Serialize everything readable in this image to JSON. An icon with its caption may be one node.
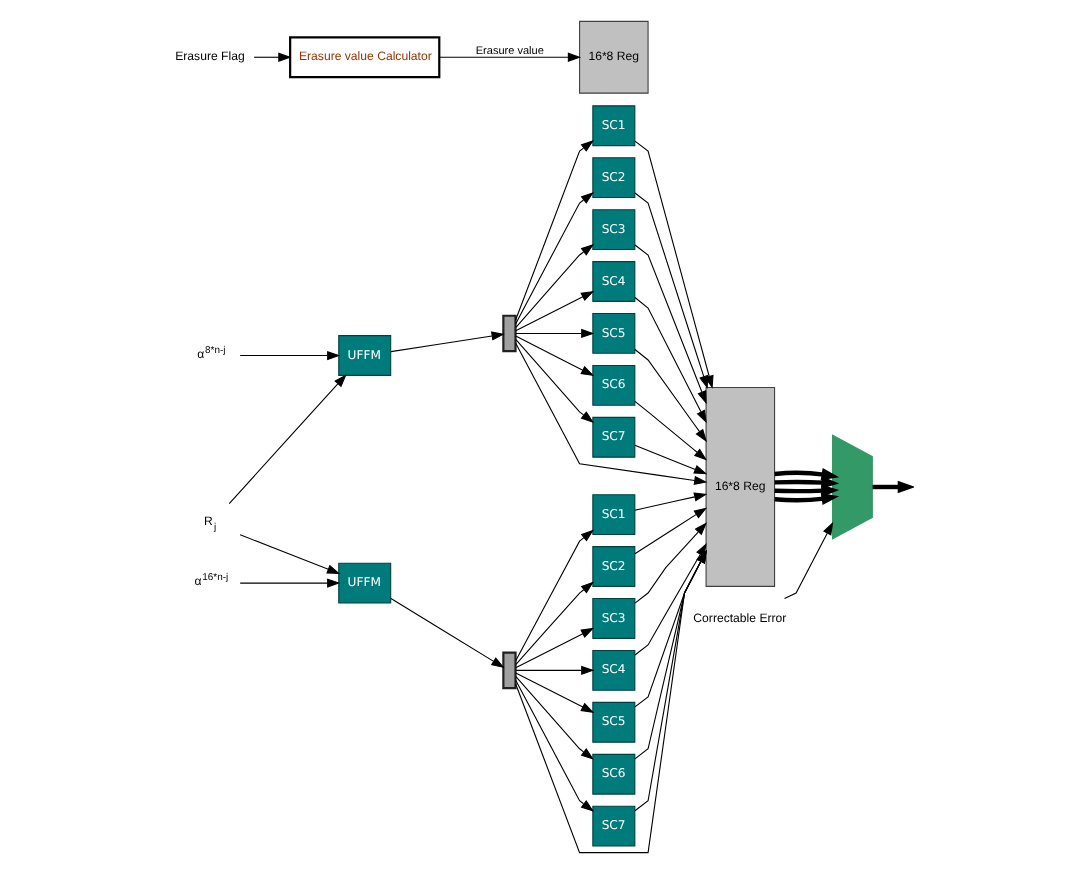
{
  "diagram": {
    "nodes": [
      {
        "text": [
          "R$_{j}$"
        ]
      },
      {
        "text": [
          "α$^{8*n-j}$"
        ]
      },
      {
        "text": [
          "UFFM"
        ]
      },
      {
        "text": [],
        "shape": "box"
      },
      {
        "text": [
          "SC1"
        ]
      },
      {
        "text": [
          "SC2"
        ]
      },
      {
        "text": [
          "SC3"
        ]
      },
      {
        "text": [
          "SC4"
        ]
      },
      {
        "text": [
          "SC5"
        ]
      },
      {
        "text": [
          "SC6"
        ]
      },
      {
        "text": [
          "SC7"
        ]
      },
      {
        "text": [
          "α$^{16*n-j}$"
        ]
      },
      {
        "text": [
          "UFFM"
        ]
      },
      {
        "text": [],
        "shape": "box"
      },
      {
        "text": [
          "SC1"
        ]
      },
      {
        "text": [
          "SC2"
        ]
      },
      {
        "text": [
          "SC3"
        ]
      },
      {
        "text": [
          "SC4"
        ]
      },
      {
        "text": [
          "SC5"
        ]
      },
      {
        "text": [
          "SC6"
        ]
      },
      {
        "text": [
          "SC7"
        ]
      },
      {
        "text": [
          "16*8 Reg"
        ]
      },
      {
        "text": [
          "Correctable Error"
        ]
      },
      {
        "text": [],
        "shape": "trapezoid"
      },
      {
        "text": [
          "Erasure Flag"
        ]
      },
      {
        "text": [
          "Erasure value Calculator"
        ]
      },
      {
        "text": [
          "16*8 Reg"
        ]
      }
    ],
    "edges": [
      {
        "from": 0,
        "to": 2,
        "arrow": "to"
      },
      {
        "from": 1,
        "to": 2,
        "arrow": "to"
      },
      {
        "from": 2,
        "to": 3,
        "arrow": "to"
      },
      {
        "from": 3,
        "to": 4,
        "arrow": "to"
      },
      {
        "from": 3,
        "to": 5,
        "arrow": "to"
      },
      {
        "from": 3,
        "to": 6,
        "arrow": "to"
      },
      {
        "from": 3,
        "to": 7,
        "arrow": "to"
      },
      {
        "from": 3,
        "to": 8,
        "arrow": "to"
      },
      {
        "from": 3,
        "to": 9,
        "arrow": "to"
      },
      {
        "from": 3,
        "to": 10,
        "arrow": "to"
      },
      {
        "from": 3,
        "to": 21,
        "arrow": "to"
      },
      {
        "from": 4,
        "to": 21,
        "arrow": "to"
      },
      {
        "from": 5,
        "to": 21,
        "arrow": "to"
      },
      {
        "from": 6,
        "to": 21,
        "arrow": "to"
      },
      {
        "from": 7,
        "to": 21,
        "arrow": "to"
      },
      {
        "from": 8,
        "to": 21,
        "arrow": "to"
      },
      {
        "from": 9,
        "to": 21,
        "arrow": "to"
      },
      {
        "from": 10,
        "to": 21,
        "arrow": "to"
      },
      {
        "from": 0,
        "to": 12,
        "arrow": "to"
      },
      {
        "from": 11,
        "to": 12,
        "arrow": "to"
      },
      {
        "from": 12,
        "to": 13,
        "arrow": "to"
      },
      {
        "from": 13,
        "to": 14,
        "arrow": "to"
      },
      {
        "from": 13,
        "to": 15,
        "arrow": "to"
      },
      {
        "from": 13,
        "to": 16,
        "arrow": "to"
      },
      {
        "from": 13,
        "to": 17,
        "arrow": "to"
      },
      {
        "from": 13,
        "to": 18,
        "arrow": "to"
      },
      {
        "from": 13,
        "to": 19,
        "arrow": "to"
      },
      {
        "from": 13,
        "to": 20,
        "arrow": "to"
      },
      {
        "from": 13,
        "to": 21,
        "arrow": "to"
      },
      {
        "from": 14,
        "to": 21,
        "arrow": "to"
      },
      {
        "from": 15,
        "to": 21,
        "arrow": "to"
      },
      {
        "from": 16,
        "to": 21,
        "arrow": "to"
      },
      {
        "from": 17,
        "to": 21,
        "arrow": "to"
      },
      {
        "from": 18,
        "to": 21,
        "arrow": "to"
      },
      {
        "from": 19,
        "to": 21,
        "arrow": "to"
      },
      {
        "from": 20,
        "to": 21,
        "arrow": "to"
      },
      {
        "from": 21,
        "to": 23,
        "arrow": "to",
        "style": "thick"
      },
      {
        "from": 21,
        "to": 23,
        "arrow": "to",
        "style": "thick"
      },
      {
        "from": 21,
        "to": 23,
        "arrow": "to",
        "style": "thick"
      },
      {
        "from": 21,
        "to": 23,
        "arrow": "to",
        "style": "thick"
      },
      {
        "from": 22,
        "to": 23,
        "arrow": "to"
      },
      {
        "from": 23,
        "to": null,
        "arrow": "to",
        "style": "thick"
      },
      {
        "from": 24,
        "to": 25,
        "arrow": "to"
      },
      {
        "from": 25,
        "to": 26,
        "label": "Erasure value",
        "arrow": "to"
      }
    ]
  }
}
